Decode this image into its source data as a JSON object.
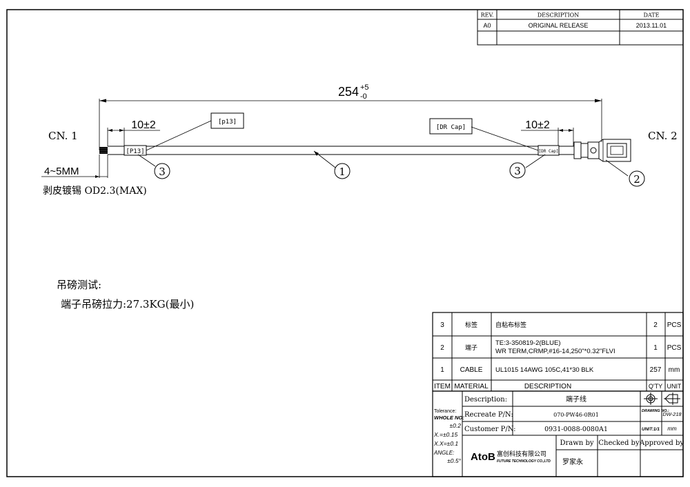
{
  "revision_block": {
    "headers": {
      "rev": "REV.",
      "description": "DESCRIPTION",
      "date": "DATE"
    },
    "rows": [
      {
        "rev": "A0",
        "description": "ORIGINAL RELEASE",
        "date": "2013.11.01"
      }
    ]
  },
  "drawing": {
    "cn1": "CN. 1",
    "cn2": "CN. 2",
    "overall_length": "254",
    "tol_plus": "+5",
    "tol_minus": "-0",
    "left_dim": "10±2",
    "right_dim": "10±2",
    "strip_dim": "4~5MM",
    "strip_note": "剥皮镀锡 OD2.3(MAX)",
    "label_left_callout": "[p13]",
    "label_left_sleeve": "[P13]",
    "label_right_callout": "[DR Cap]",
    "label_right_sleeve": "[DR Cap]",
    "balloons": {
      "b1": "1",
      "b2": "2",
      "b3_left": "3",
      "b3_right": "3"
    }
  },
  "notes": {
    "line1": "吊磅测试:",
    "line2": "端子吊磅拉力:27.3KG(最小)"
  },
  "bom": {
    "rows": [
      {
        "item": "3",
        "material": "标签",
        "desc1": "自粘布标签",
        "desc2": "",
        "qty": "2",
        "unit": "PCS"
      },
      {
        "item": "2",
        "material": "端子",
        "desc1": "TE:3-350819-2(BLUE)",
        "desc2": "WR TERM,CRMP,#16-14,250\"*0.32\"FLVI",
        "qty": "1",
        "unit": "PCS"
      },
      {
        "item": "1",
        "material": "CABLE",
        "desc1": "UL1015 14AWG 105C,41*30  BLK",
        "desc2": "",
        "qty": "257",
        "unit": "mm"
      }
    ],
    "headers": {
      "item": "ITEM",
      "material": "MATERIAL",
      "description": "DESCRIPTION",
      "qty": "Q'TY",
      "unit": "UNIT"
    }
  },
  "title_block": {
    "description_label": "Description:",
    "description_value": "端子线",
    "recreate_label": "Recreate P/N:",
    "recreate_value": "070-PW46-0R01",
    "customer_label": "Customer P/N:",
    "customer_value": "0931-0088-0080A1",
    "drawing_no_label": "DRAWING NO.:",
    "drawing_no_value": "DW-218",
    "unit_label": "UNIT:1/1",
    "unit_value": "mm",
    "tolerance_lines": [
      "Tolerance:",
      "WHOLE NO:",
      "±0.2",
      "X.=±0.15",
      "X.X=±0.1",
      "ANGLE:",
      "±0.5°"
    ],
    "company_logo": "AtoB",
    "company_cn": "富创科技有限公司",
    "company_en": "FUTURE TECHNOLOGY CO.,LTD",
    "drawn_by_label": "Drawn by",
    "drawn_by_value": "罗家永",
    "checked_by_label": "Checked by",
    "approved_by_label": "Approved by"
  }
}
